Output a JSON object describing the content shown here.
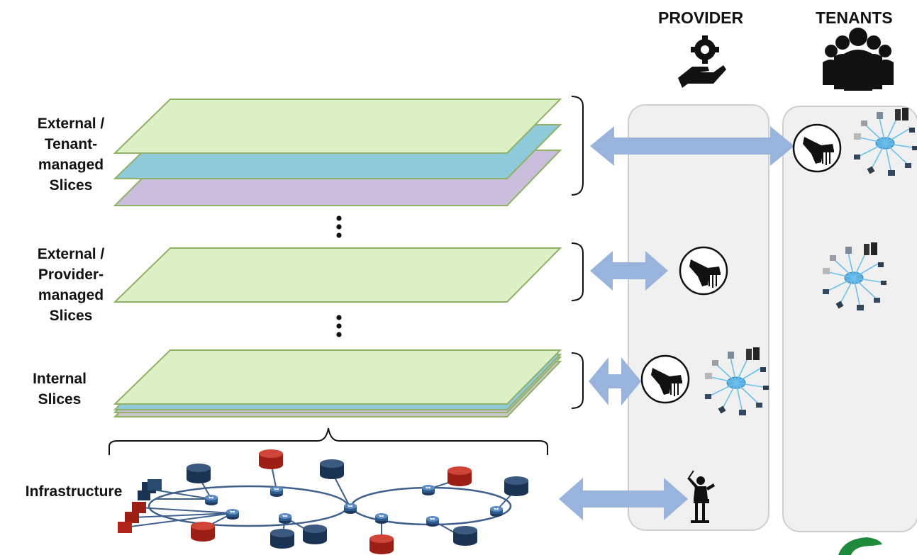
{
  "headers": {
    "provider": "PROVIDER",
    "tenants": "TENANTS"
  },
  "layers": [
    {
      "label": "External /\nTenant-\nmanaged\nSlices",
      "slice_colors": [
        "#d3e4f2",
        "#8ecad9",
        "#ddf0c6"
      ]
    },
    {
      "label": "External /\nProvider-\nmanaged\nSlices",
      "slice_colors": [
        "#ddf0c6"
      ]
    },
    {
      "label": "Internal\nSlices",
      "slice_colors": [
        "#ddf0c6"
      ]
    },
    {
      "label": "Infrastructure"
    }
  ],
  "icons": {
    "provider_header": "gear-hand-icon",
    "tenants_header": "people-group-icon",
    "slice_manager": "hand-stamp-icon",
    "network": "network-cloud-icon",
    "infra_manager": "conductor-icon"
  },
  "colors": {
    "arrow": "#98b4dc",
    "panel": "#f0f0f0",
    "node_blue": "#213a5c",
    "node_red": "#b0261c",
    "slice_border": "#8fb266"
  }
}
